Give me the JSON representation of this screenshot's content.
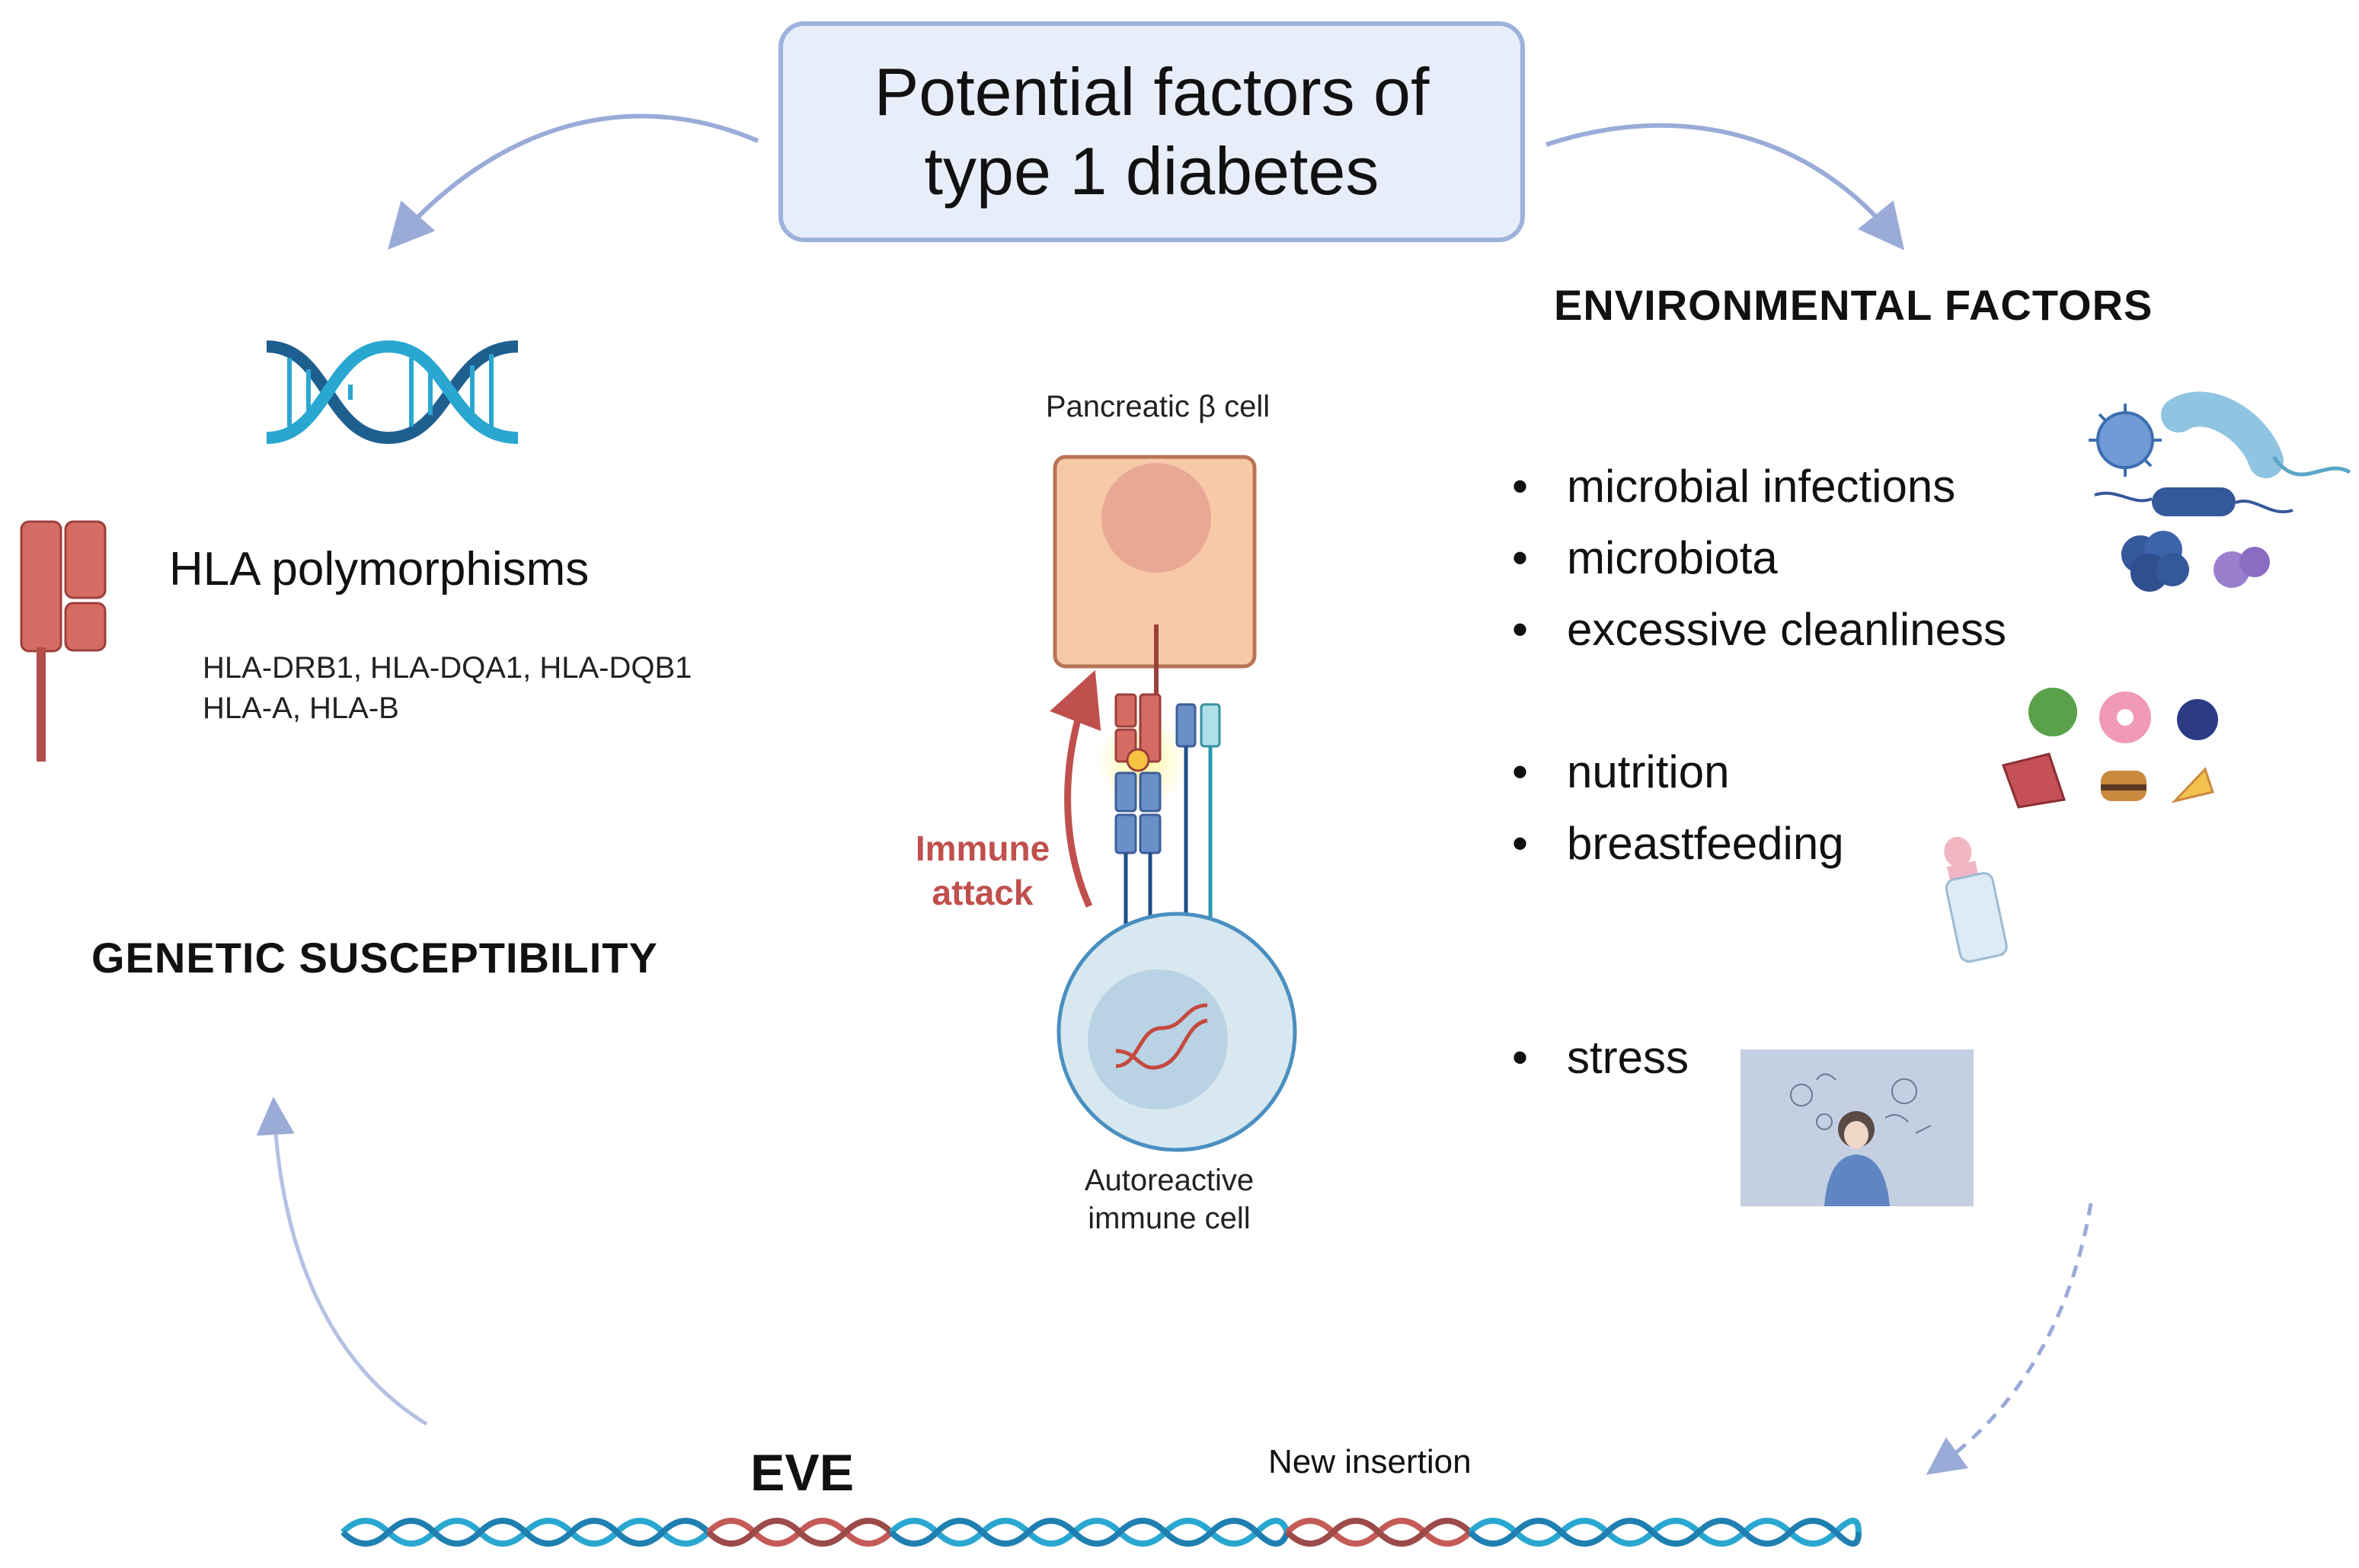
{
  "title": {
    "line1": "Potential factors of",
    "line2": "type 1 diabetes"
  },
  "genetic": {
    "heading": "GENETIC SUSCEPTIBILITY",
    "hla_label": "HLA polymorphisms",
    "hla_genes_line1": "HLA-DRB1, HLA-DQA1, HLA-DQB1",
    "hla_genes_line2": "HLA-A, HLA-B"
  },
  "center": {
    "beta_cell_label": "Pancreatic β cell",
    "immune_cell_label_line1": "Autoreactive",
    "immune_cell_label_line2": "immune cell",
    "attack_line1": "Immune",
    "attack_line2": "attack"
  },
  "environmental": {
    "heading": "ENVIRONMENTAL FACTORS",
    "group1": [
      "microbial infections",
      "microbiota",
      "excessive cleanliness"
    ],
    "group2": [
      "nutrition",
      "breastfeeding"
    ],
    "group3": [
      "stress"
    ]
  },
  "bottom": {
    "eve_label": "EVE",
    "insertion_label": "New insertion"
  },
  "colors": {
    "arrow": "#9aabd8",
    "dna_blue": "#2aa7d0",
    "dna_dark": "#1f5f8f",
    "dna_red": "#c45b57",
    "attack": "#c0504d",
    "cell": "#f7c9a9",
    "receptor": "#d46c64"
  },
  "icons": [
    "dna-icon",
    "hla-receptor-icon",
    "virus-icon",
    "bacteria-icon",
    "food-icon",
    "baby-bottle-icon",
    "stress-illustration"
  ]
}
